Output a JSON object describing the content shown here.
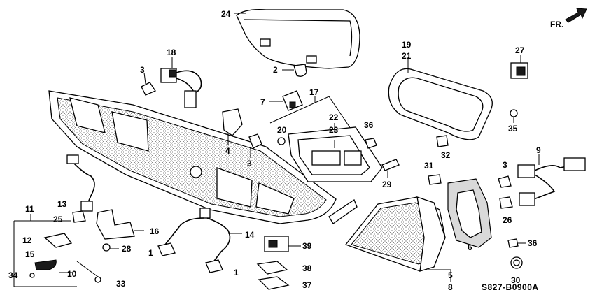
{
  "diagram": {
    "direction_label": "FR.",
    "diagram_code": "S827-B0900A",
    "callouts": {
      "c1a": "1",
      "c1b": "1",
      "c2": "2",
      "c3a": "3",
      "c3b": "3",
      "c3c": "3",
      "c4": "4",
      "c5": "5",
      "c6": "6",
      "c7": "7",
      "c8": "8",
      "c9": "9",
      "c10": "10",
      "c11": "11",
      "c12": "12",
      "c13": "13",
      "c14": "14",
      "c15": "15",
      "c16": "16",
      "c17": "17",
      "c18": "18",
      "c19": "19",
      "c20": "20",
      "c21": "21",
      "c22": "22",
      "c23": "23",
      "c24": "24",
      "c25": "25",
      "c26": "26",
      "c27": "27",
      "c28": "28",
      "c29": "29",
      "c30": "30",
      "c31": "31",
      "c32": "32",
      "c33": "33",
      "c34": "34",
      "c35": "35",
      "c36a": "36",
      "c36b": "36",
      "c37": "37",
      "c38": "38",
      "c39": "39"
    }
  }
}
